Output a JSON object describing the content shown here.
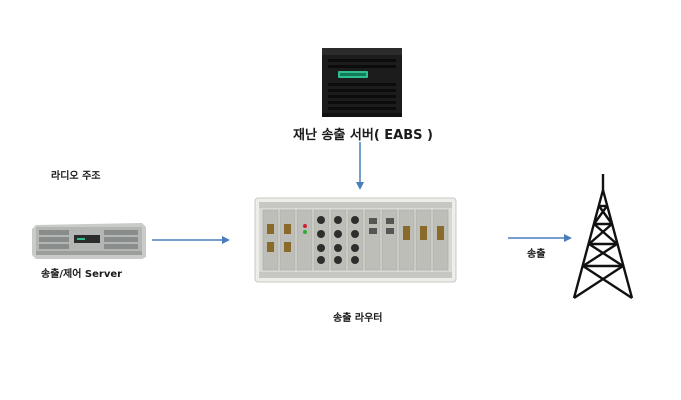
{
  "diagram": {
    "nodes": {
      "eabs_server": {
        "label": "재난 송출 서버( EABS )"
      },
      "radio_main": {
        "label": "라디오 주조"
      },
      "tx_control_server": {
        "label": "송출/제어 Server"
      },
      "tx_router": {
        "label": "송출 라우터"
      },
      "transmission_tower": {
        "label": ""
      }
    },
    "edges": [
      {
        "from": "eabs_server",
        "to": "tx_router",
        "label": ""
      },
      {
        "from": "tx_control_server",
        "to": "tx_router",
        "label": ""
      },
      {
        "from": "tx_router",
        "to": "transmission_tower",
        "label": "송출"
      }
    ],
    "colors": {
      "arrow": "#4a7ebb",
      "server_led": "#2fbf8f",
      "rack_body": "#d8d9d4",
      "tower": "#111111"
    }
  }
}
